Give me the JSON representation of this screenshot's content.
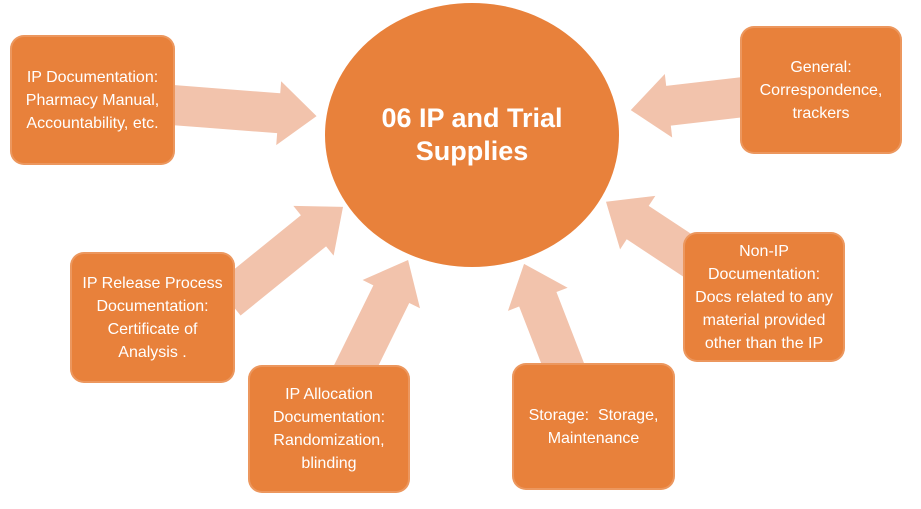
{
  "diagram": {
    "center": {
      "label": "06 IP and Trial Supplies"
    },
    "nodes": [
      {
        "id": "ip-documentation",
        "label": "IP Documentation: Pharmacy Manual, Accountability, etc."
      },
      {
        "id": "general",
        "label": "General: Correspondence, trackers"
      },
      {
        "id": "ip-release-process",
        "label": "IP Release Process Documentation: Certificate of Analysis ."
      },
      {
        "id": "ip-allocation",
        "label": "IP Allocation Documentation: Randomization, blinding"
      },
      {
        "id": "storage",
        "label": "Storage:  Storage, Maintenance"
      },
      {
        "id": "non-ip-documentation",
        "label": "Non-IP Documentation: Docs related to any material provided other than the IP"
      }
    ],
    "colors": {
      "node_fill": "#E8813B",
      "arrow_fill": "#F2C3AC",
      "text": "#FFFFFF",
      "background": "#FFFFFF"
    }
  }
}
